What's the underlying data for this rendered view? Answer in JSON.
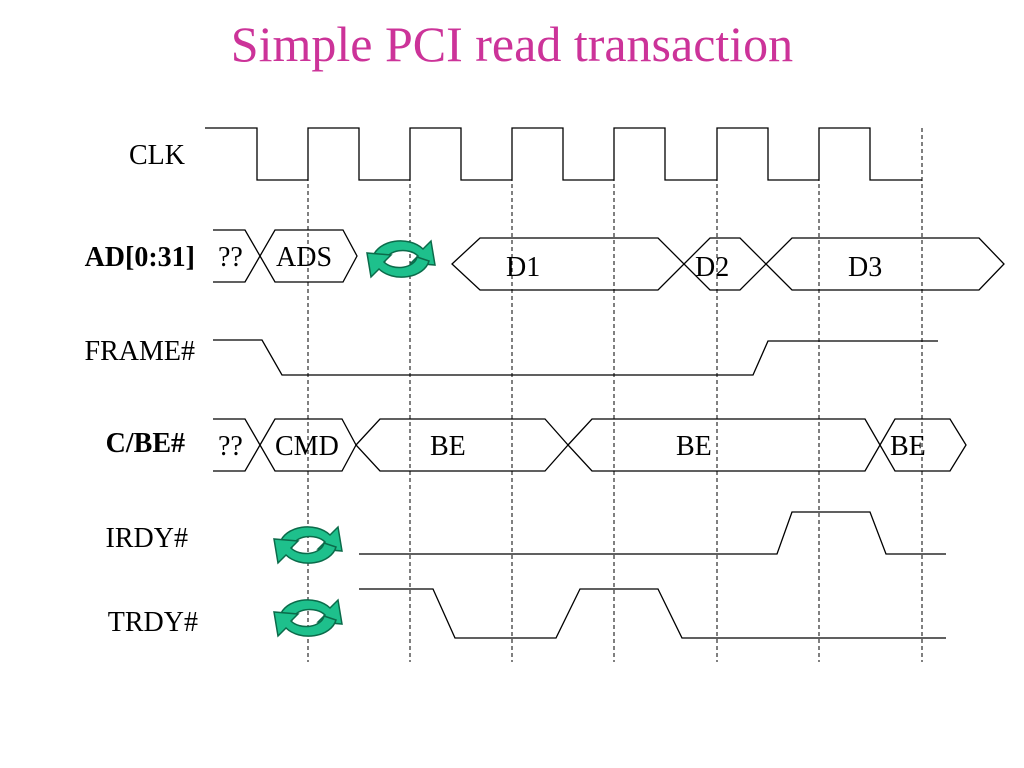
{
  "title": "Simple PCI read transaction",
  "colors": {
    "title": "#cc3399",
    "wave": "#000000",
    "turnaround_fill": "#1ec08c",
    "turnaround_stroke": "#0b6b4a"
  },
  "signals": {
    "clk": {
      "label": "CLK",
      "bold": false
    },
    "ad": {
      "label": "AD[0:31]",
      "bold": true,
      "segments": [
        "??",
        "ADS",
        "D1",
        "D2",
        "D3"
      ]
    },
    "frame": {
      "label": "FRAME#",
      "bold": false
    },
    "cbe": {
      "label": "C/BE#",
      "bold": true,
      "segments": [
        "??",
        "CMD",
        "BE",
        "BE",
        "BE"
      ]
    },
    "irdy": {
      "label": "IRDY#",
      "bold": false
    },
    "trdy": {
      "label": "TRDY#",
      "bold": false
    }
  },
  "icons": {
    "turnaround": "turnaround-cycle-icon"
  }
}
